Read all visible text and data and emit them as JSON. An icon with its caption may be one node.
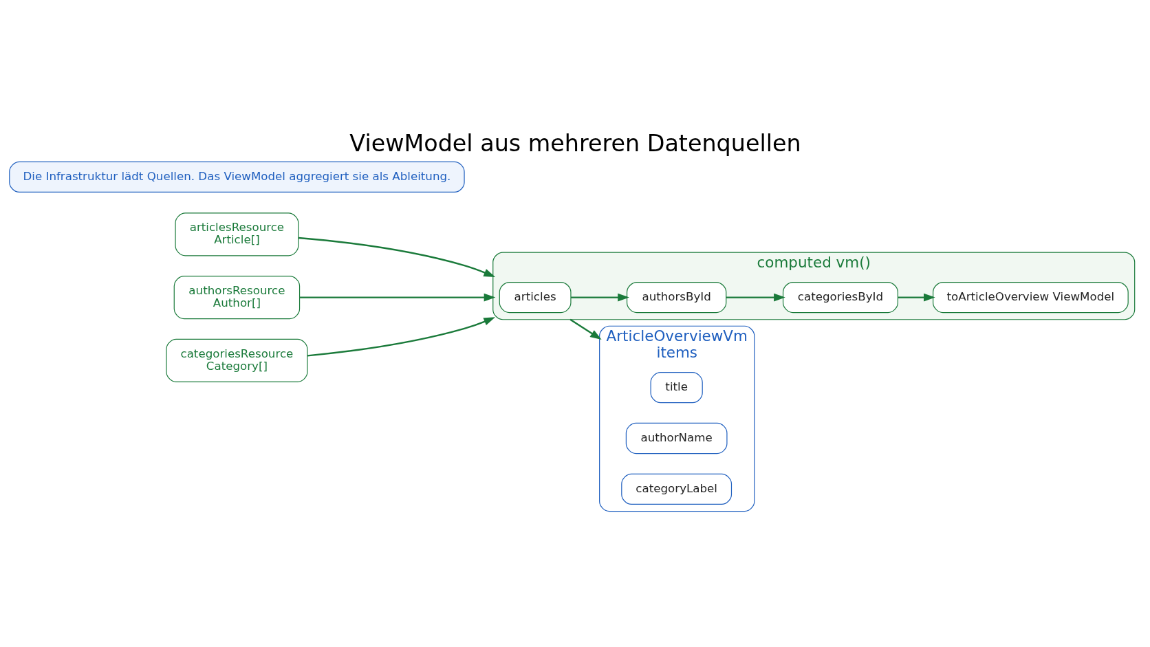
{
  "diagram": {
    "title": "ViewModel aus mehreren Datenquellen",
    "nodes": [
      {
        "text": [
          "articlesResource",
          "Article[]"
        ]
      },
      {
        "text": [
          "authorsResource",
          "Author[]"
        ]
      },
      {
        "text": [
          "categoriesResource",
          "Category[]"
        ]
      },
      {
        "text": [
          "computed vm()"
        ]
      },
      {
        "text": [
          "articles"
        ],
        "in": 3
      },
      {
        "text": [
          "authorsById"
        ],
        "in": 3
      },
      {
        "text": [
          "categoriesById"
        ],
        "in": 3
      },
      {
        "text": [
          "toArticleOverview ViewModel"
        ],
        "in": 3
      },
      {
        "text": [
          "ArticleOverviewVm",
          "items"
        ]
      },
      {
        "text": [
          "title"
        ],
        "in": 8
      },
      {
        "text": [
          "authorName"
        ],
        "in": 8
      },
      {
        "text": [
          "categoryLabel"
        ],
        "in": 8
      },
      {
        "text": [
          "Die Infrastruktur lädt Quellen. Das ViewModel aggregiert sie als Ableitung."
        ]
      }
    ],
    "edges": [
      {
        "from": 0,
        "to": 3,
        "arrow": "to"
      },
      {
        "from": 1,
        "to": 3,
        "arrow": "to"
      },
      {
        "from": 2,
        "to": 3,
        "arrow": "to"
      },
      {
        "from": 4,
        "to": 5,
        "arrow": "to"
      },
      {
        "from": 5,
        "to": 6,
        "arrow": "to"
      },
      {
        "from": 6,
        "to": 7,
        "arrow": "to"
      },
      {
        "from": 3,
        "to": 8,
        "arrow": "to"
      }
    ]
  }
}
